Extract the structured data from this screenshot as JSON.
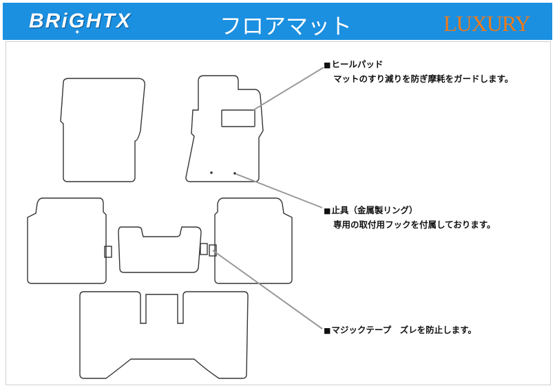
{
  "header": {
    "brand": "BRiGHTX",
    "title": "フロアマット",
    "grade": "LUXURY"
  },
  "callouts": {
    "heel_pad": {
      "mark": "■",
      "title": "ヒールパッド",
      "desc": "マットのすり減りを防ぎ摩耗をガードします。"
    },
    "ring": {
      "mark": "■",
      "title": "止具（金属製リング）",
      "desc": "専用の取付用フックを付属しております。"
    },
    "velcro": {
      "mark": "■",
      "title": "マジックテープ　ズレを防止します。"
    }
  },
  "colors": {
    "header_bg": "#1b8fe0",
    "grade_text": "#f07a18",
    "outline": "#333333",
    "leader": "#999999"
  }
}
